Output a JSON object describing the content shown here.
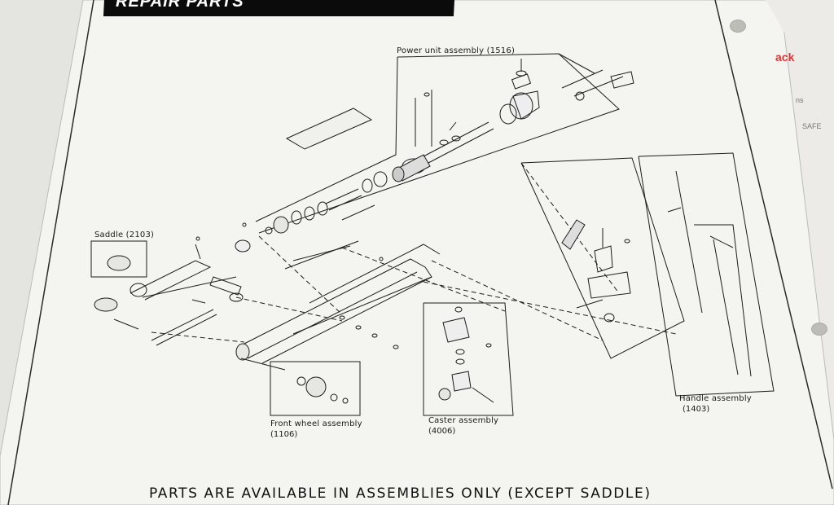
{
  "header": {
    "title": "REPAIR PARTS"
  },
  "assemblies": {
    "power_unit": {
      "label": "Power unit assembly (1516)"
    },
    "saddle": {
      "label": "Saddle (2103)"
    },
    "front_wheel": {
      "label": "Front wheel assembly",
      "code": "(1106)"
    },
    "caster": {
      "label": "Caster assembly",
      "code": "(4006)"
    },
    "handle": {
      "label": "Handle assembly",
      "code": "(1403)"
    }
  },
  "footer": {
    "note": "PARTS ARE AVAILABLE IN ASSEMBLIES ONLY (EXCEPT SADDLE)"
  },
  "edge_page": {
    "fragment_1": "ack",
    "fragment_2": "ns",
    "fragment_3": "SAFE"
  },
  "colors": {
    "paper": "#f4f4f1",
    "ink": "#1a1a1a",
    "header_bar": "#0b0b0b",
    "edge_red": "#d33333"
  }
}
